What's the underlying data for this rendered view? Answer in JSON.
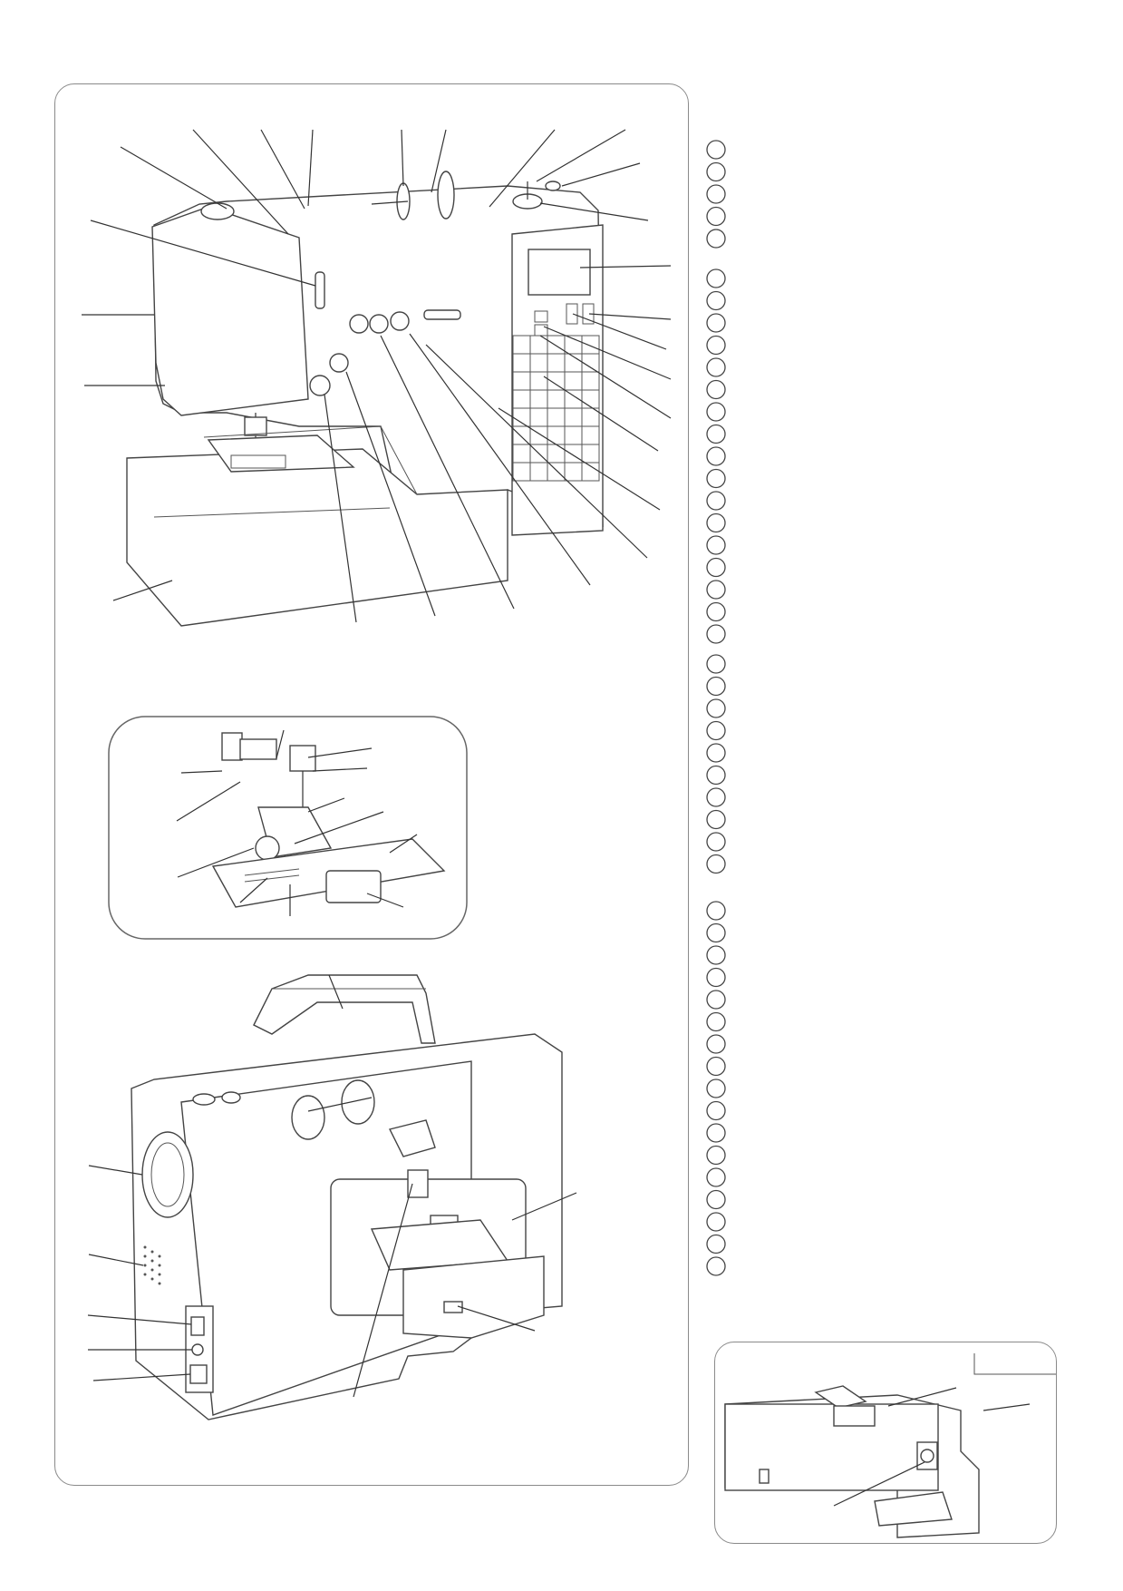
{
  "page": {
    "background": "#ffffff",
    "line_color": "#333333",
    "panel_border_color": "#8a8a8a"
  },
  "index_groups": [
    {
      "name": "index-group-1",
      "count": 5
    },
    {
      "name": "index-group-2",
      "count": 17
    },
    {
      "name": "index-group-3",
      "count": 10
    },
    {
      "name": "index-group-4",
      "count": 17
    }
  ]
}
